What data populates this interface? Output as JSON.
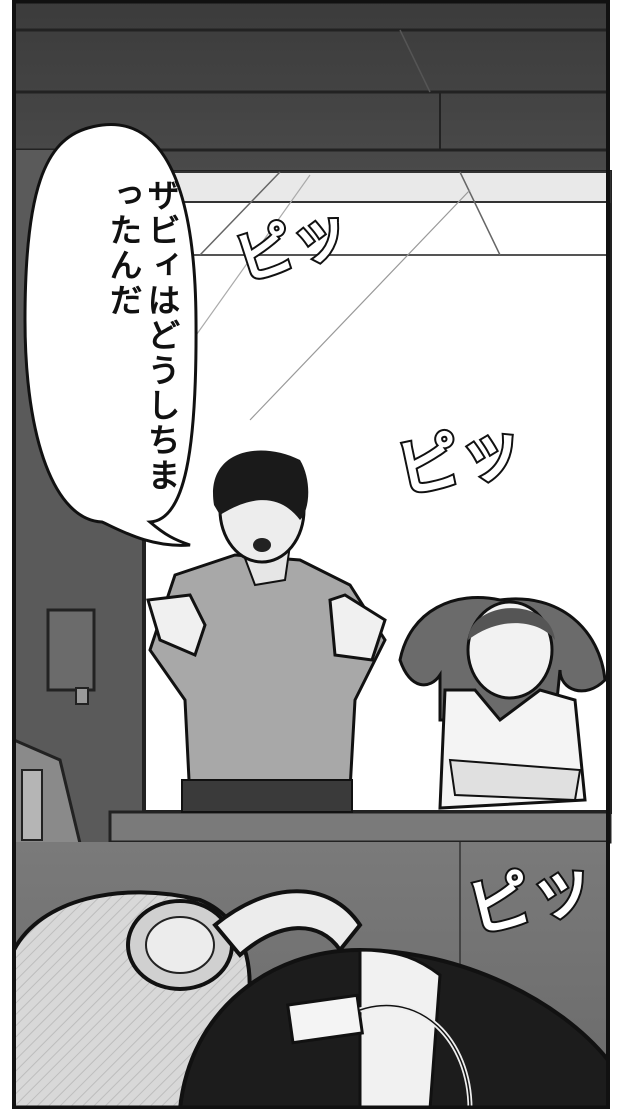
{
  "speech_bubble": {
    "text": "ザビィはどうしちまったんだ"
  },
  "sound_effects": [
    "ピッ",
    "ピッ",
    "ピッ"
  ]
}
